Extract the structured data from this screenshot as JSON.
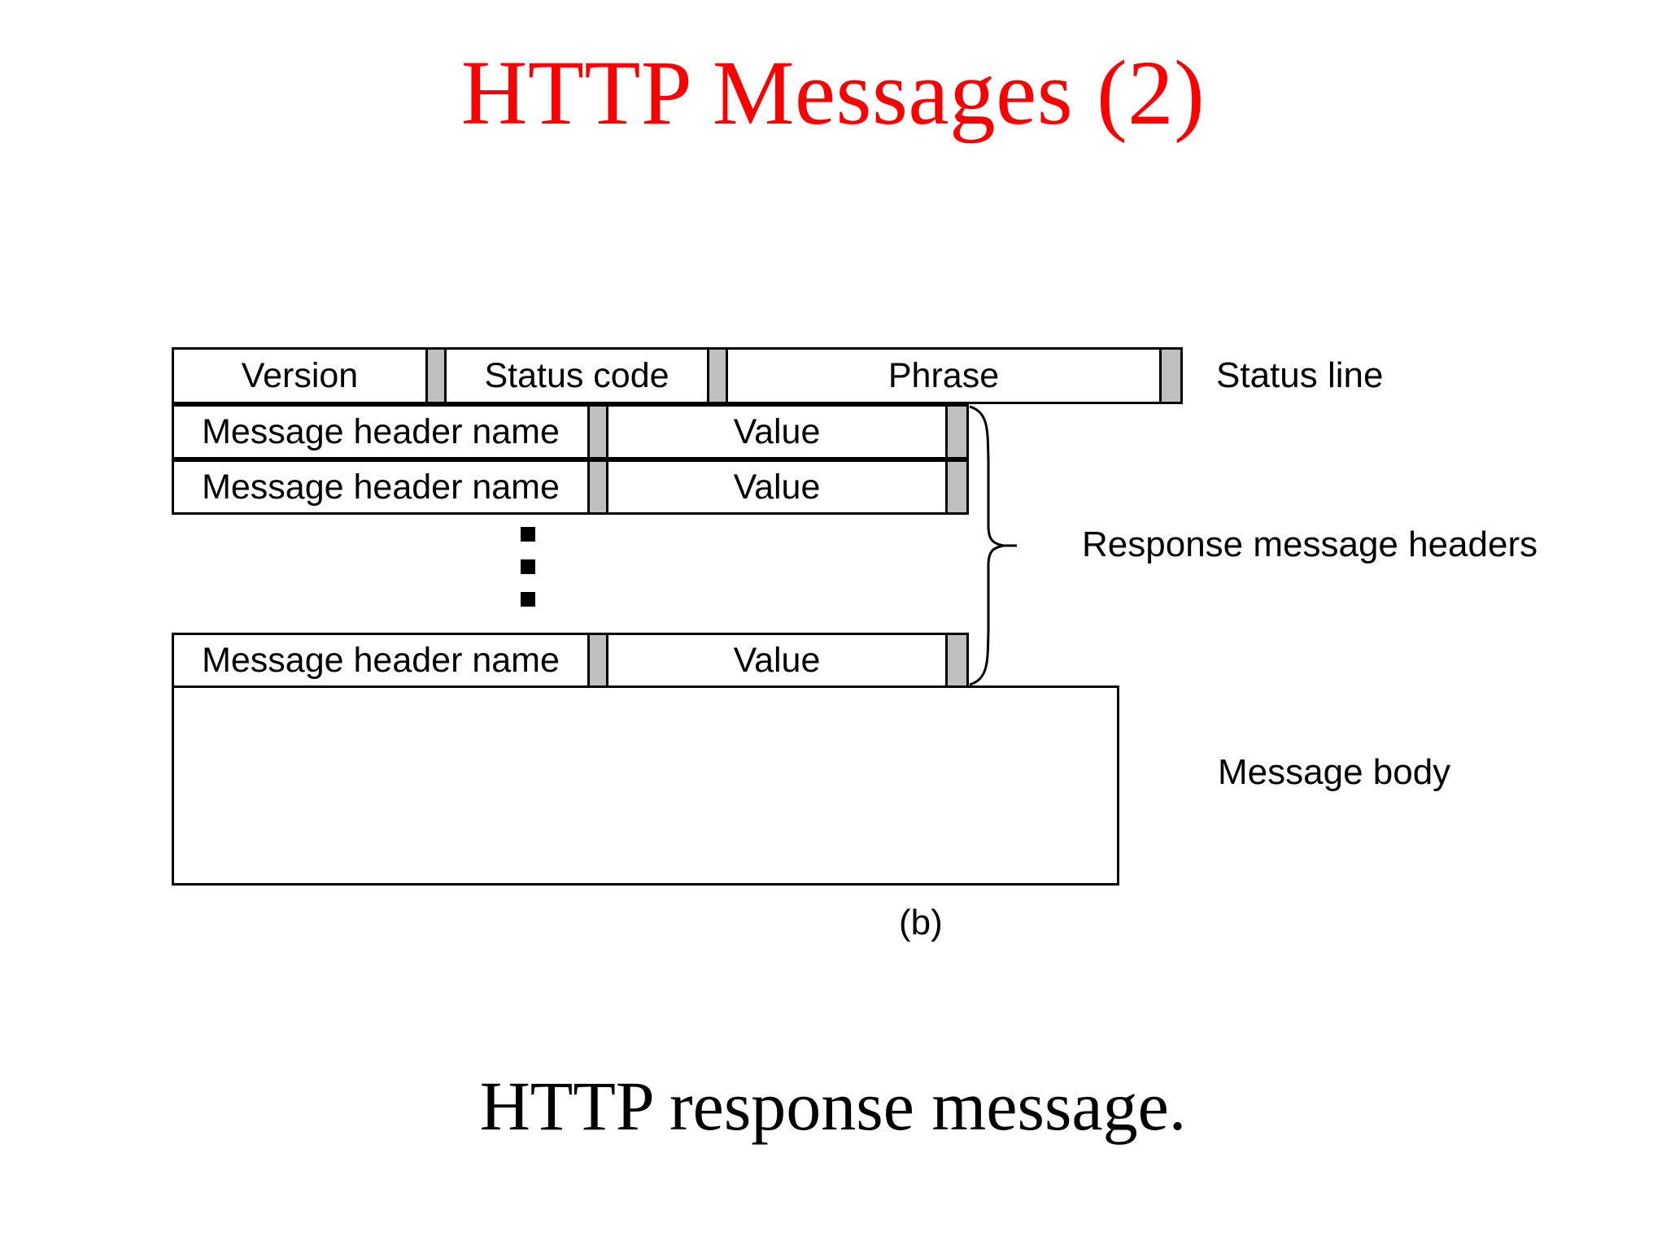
{
  "slide": {
    "title": "HTTP Messages (2)",
    "title_color": "#fa0000",
    "background_color": "#ffffff",
    "caption": "HTTP response message.",
    "figure_letter": "(b)"
  },
  "diagram": {
    "separator_color": "#bfbfbf",
    "line_color": "#000000",
    "status_line": {
      "version": "Version",
      "status_code": "Status code",
      "phrase": "Phrase"
    },
    "header_rows": [
      {
        "name": "Message header name",
        "value": "Value"
      },
      {
        "name": "Message header name",
        "value": "Value"
      },
      {
        "name": "Message header name",
        "value": "Value"
      }
    ],
    "ellipsis_dots": 3,
    "message_body": {
      "content": ""
    },
    "labels": {
      "status_line": "Status line",
      "response_headers": "Response message headers",
      "message_body": "Message body"
    }
  }
}
